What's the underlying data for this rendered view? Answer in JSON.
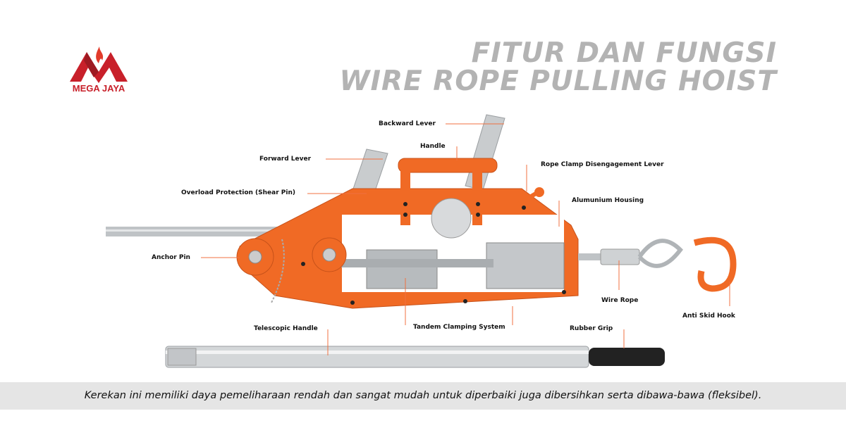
{
  "brand": {
    "name": "MEGA JAYA",
    "accent": "#c8202a"
  },
  "title": {
    "line1": "FITUR DAN FUNGSI",
    "line2": "WIRE ROPE PULLING HOIST"
  },
  "labels": {
    "backward_lever": "Backward Lever",
    "handle": "Handle",
    "forward_lever": "Forward Lever",
    "rope_clamp": "Rope Clamp Disengagement Lever",
    "overload": "Overload Protection (Shear Pin)",
    "housing": "Alumunium Housing",
    "anchor_pin": "Anchor Pin",
    "wire_rope": "Wire Rope",
    "hook": "Anti Skid Hook",
    "telescopic": "Telescopic Handle",
    "tandem": "Tandem Clamping System",
    "rubber_grip": "Rubber Grip"
  },
  "caption": "Kerekan ini memiliki daya pemeliharaan rendah dan sangat mudah untuk diperbaiki juga dibersihkan serta dibawa-bawa (fleksibel).",
  "colors": {
    "orange": "#f06a25",
    "leader": "#f07040",
    "title_gray": "#b3b3b3",
    "band": "#e5e5e5"
  }
}
